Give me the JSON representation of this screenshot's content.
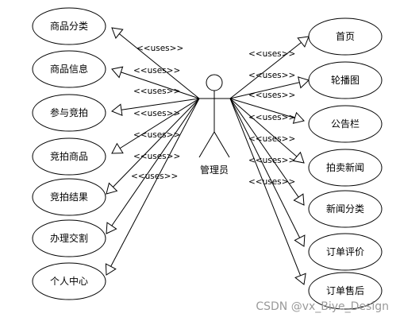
{
  "actor": {
    "label": "管理员"
  },
  "left_use_cases": [
    "商品分类",
    "商品信息",
    "参与竞拍",
    "竞拍商品",
    "竞拍结果",
    "办理交割",
    "个人中心"
  ],
  "right_use_cases": [
    "首页",
    "轮播图",
    "公告栏",
    "拍卖新闻",
    "新闻分类",
    "订单评价",
    "订单售后"
  ],
  "relation_label": "<<uses>>",
  "watermark": "CSDN @vx_Biye_Design"
}
